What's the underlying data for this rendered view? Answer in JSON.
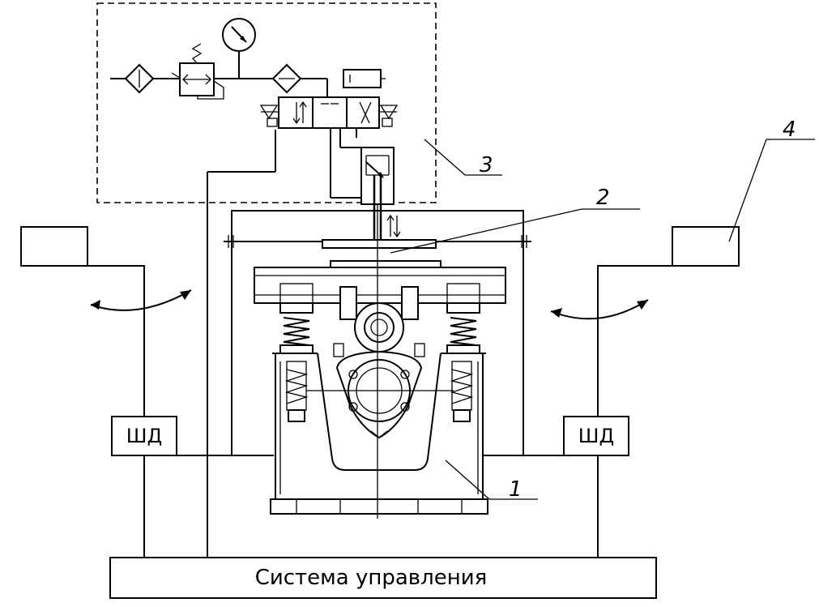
{
  "diagram": {
    "control_system_label": "Система управления",
    "stepper_left_label": "ШД",
    "stepper_right_label": "ШД",
    "callouts": [
      "1",
      "2",
      "3",
      "4"
    ]
  }
}
